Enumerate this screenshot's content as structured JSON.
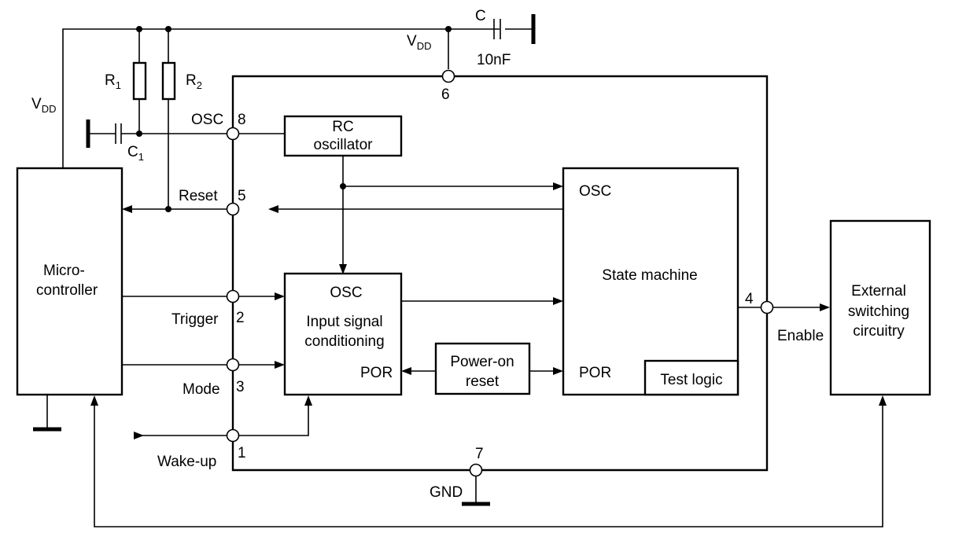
{
  "components": {
    "microcontroller": {
      "line1": "Micro-",
      "line2": "controller"
    },
    "rc_oscillator": {
      "line1": "RC",
      "line2": "oscillator"
    },
    "input_signal_conditioning": {
      "osc": "OSC",
      "line1": "Input signal",
      "line2": "conditioning",
      "por": "POR"
    },
    "power_on_reset": {
      "line1": "Power-on",
      "line2": "reset"
    },
    "state_machine": {
      "title": "State machine",
      "osc": "OSC",
      "por": "POR"
    },
    "test_logic": {
      "label": "Test logic"
    },
    "external_switching": {
      "line1": "External",
      "line2": "switching",
      "line3": "circuitry"
    }
  },
  "pins": {
    "osc": {
      "name": "OSC",
      "number": "8"
    },
    "reset": {
      "name": "Reset",
      "number": "5"
    },
    "trigger": {
      "name": "Trigger",
      "number": "2"
    },
    "mode": {
      "name": "Mode",
      "number": "3"
    },
    "wake_up": {
      "name": "Wake-up",
      "number": "1"
    },
    "vdd": {
      "number": "6"
    },
    "enable": {
      "name": "Enable",
      "number": "4"
    },
    "gnd": {
      "name": "GND",
      "number": "7"
    }
  },
  "passives": {
    "r1": {
      "main": "R",
      "sub": "1"
    },
    "r2": {
      "main": "R",
      "sub": "2"
    },
    "c1": {
      "main": "C",
      "sub": "1"
    },
    "c": {
      "main": "C",
      "value": "10nF"
    }
  },
  "supply": {
    "vdd_top": {
      "main": "V",
      "sub": "DD"
    },
    "vdd_left": {
      "main": "V",
      "sub": "DD"
    }
  }
}
